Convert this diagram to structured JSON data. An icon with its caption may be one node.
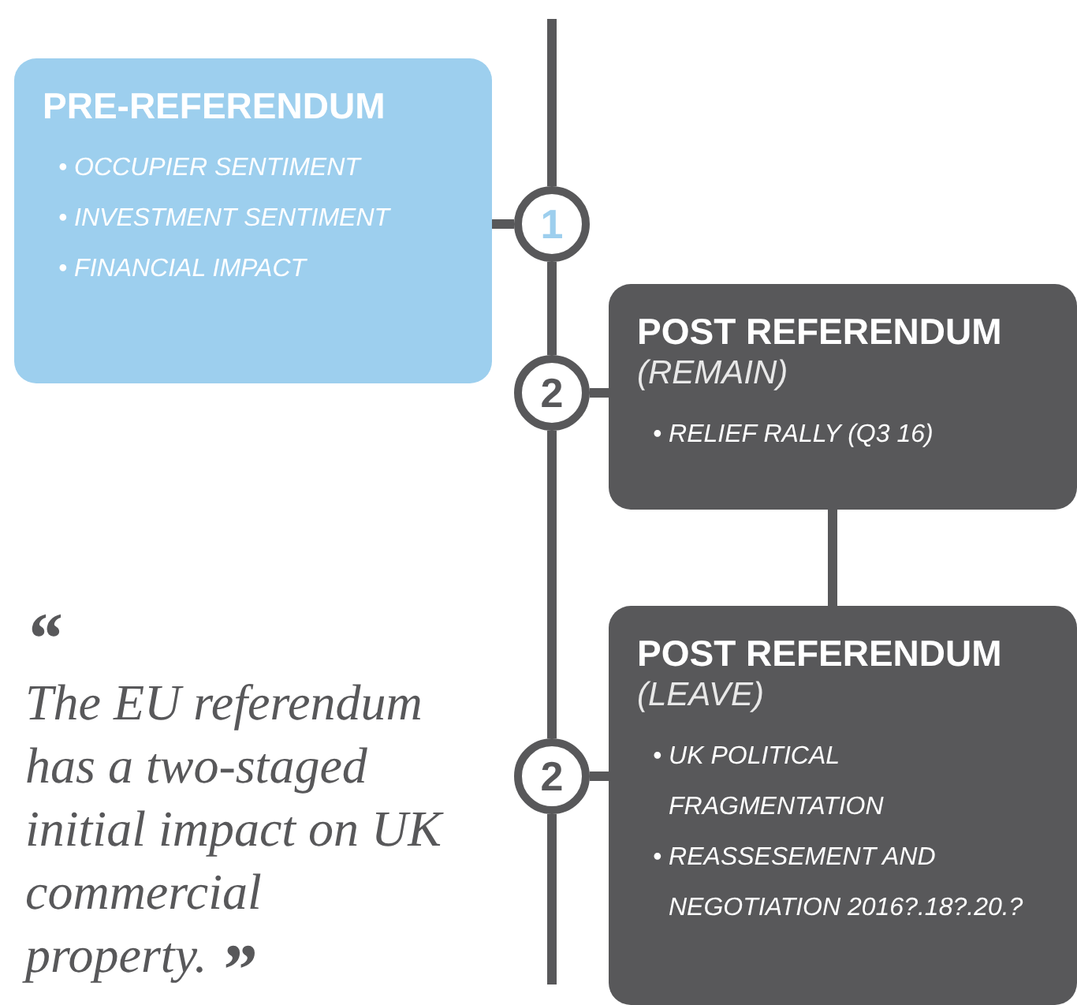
{
  "diagram": {
    "nodes": [
      {
        "text": [
          "PRE-REFERENDUM",
          "• OCCUPIER SENTIMENT",
          "• INVESTMENT SENTIMENT",
          "• FINANCIAL IMPACT"
        ]
      },
      {
        "text": [
          "1"
        ]
      },
      {
        "text": [
          "2"
        ]
      },
      {
        "text": [
          "POST REFERENDUM",
          "(REMAIN)",
          "• RELIEF RALLY (Q3 16)"
        ]
      },
      {
        "text": [
          "2"
        ]
      },
      {
        "text": [
          "POST REFERENDUM",
          "(LEAVE)",
          "• UK POLITICAL FRAGMENTATION",
          "• REASSESEMENT AND NEGOTIATION 2016?.18?.20.?"
        ]
      }
    ],
    "edges": [
      {
        "from": null,
        "to": 1,
        "arrow": "none"
      },
      {
        "from": 1,
        "to": 2,
        "arrow": "none"
      },
      {
        "from": 2,
        "to": 4,
        "arrow": "none"
      },
      {
        "from": 4,
        "to": null,
        "arrow": "none"
      },
      {
        "from": 0,
        "to": 1,
        "arrow": "none"
      },
      {
        "from": 2,
        "to": 3,
        "arrow": "none"
      },
      {
        "from": 3,
        "to": 5,
        "arrow": "none"
      },
      {
        "from": 4,
        "to": 5,
        "arrow": "none"
      }
    ],
    "labels": [
      "“",
      "The EU referendum has a two-staged initial impact on UK commercial property.",
      "”"
    ]
  }
}
